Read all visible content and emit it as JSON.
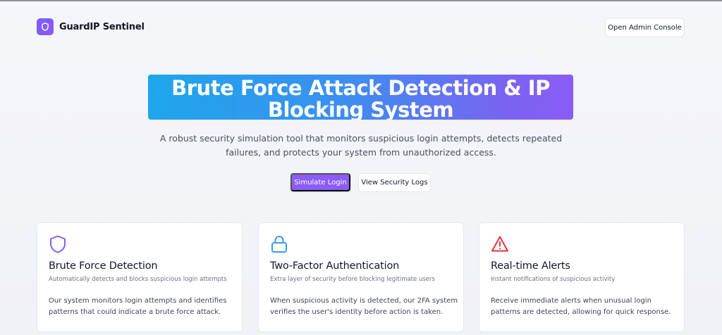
{
  "header": {
    "brand_name": "GuardIP Sentinel",
    "admin_button_label": "Open Admin Console"
  },
  "hero": {
    "title": "Brute Force Attack Detection & IP Blocking System",
    "subtitle": "A robust security simulation tool that monitors suspicious login attempts, detects repeated failures, and protects your system from unauthorized access.",
    "primary_button_label": "Simulate Login",
    "secondary_button_label": "View Security Logs"
  },
  "features": [
    {
      "icon": "shield-icon",
      "icon_color": "#8b5cf6",
      "title": "Brute Force Detection",
      "subtitle": "Automatically detects and blocks suspicious login attempts",
      "description": "Our system monitors login attempts and identifies patterns that could indicate a brute force attack."
    },
    {
      "icon": "lock-icon",
      "icon_color": "#3b9cf0",
      "title": "Two-Factor Authentication",
      "subtitle": "Extra layer of security before blocking legitimate users",
      "description": "When suspicious activity is detected, our 2FA system verifies the user's identity before action is taken."
    },
    {
      "icon": "warning-icon",
      "icon_color": "#e0343b",
      "title": "Real-time Alerts",
      "subtitle": "Instant notifications of suspicious activity",
      "description": "Receive immediate alerts when unusual login patterns are detected, allowing for quick response."
    }
  ],
  "colors": {
    "accent": "#8b5cf6",
    "gradient_start": "#1ea7ea",
    "gradient_end": "#8b5cf6"
  }
}
